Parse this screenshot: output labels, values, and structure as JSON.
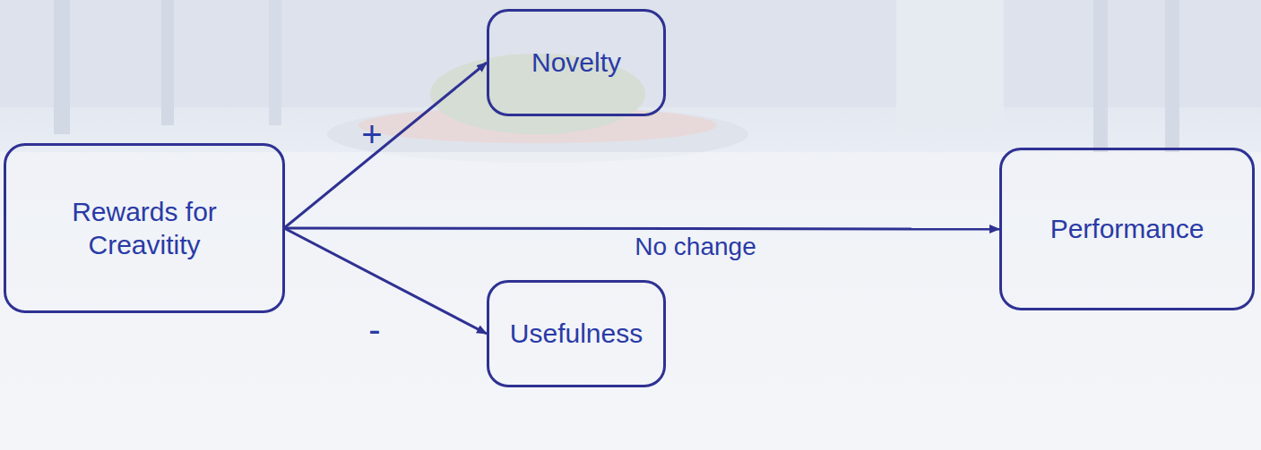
{
  "diagram": {
    "nodes": [
      {
        "text": [
          "Rewards for Creavitity"
        ]
      },
      {
        "text": [
          "Novelty"
        ]
      },
      {
        "text": [
          "Usefulness"
        ]
      },
      {
        "text": [
          "Performance"
        ]
      }
    ],
    "edges": [
      {
        "from": 0,
        "to": 1,
        "arrow": "to",
        "label": "+"
      },
      {
        "from": 0,
        "to": 3,
        "arrow": "to",
        "label": "No change"
      },
      {
        "from": 0,
        "to": 2,
        "arrow": "to",
        "label": "-"
      }
    ]
  }
}
